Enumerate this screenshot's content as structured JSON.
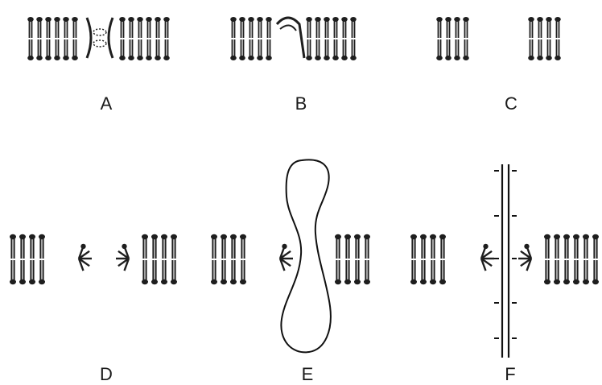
{
  "panels": [
    {
      "id": "A",
      "label": "A"
    },
    {
      "id": "B",
      "label": "B"
    },
    {
      "id": "C",
      "label": "C"
    },
    {
      "id": "D",
      "label": "D"
    },
    {
      "id": "E",
      "label": "E"
    },
    {
      "id": "F",
      "label": "F"
    }
  ],
  "colors": {
    "lipid": "#1e1e1e",
    "outline": "#111111",
    "background": "#ffffff"
  }
}
